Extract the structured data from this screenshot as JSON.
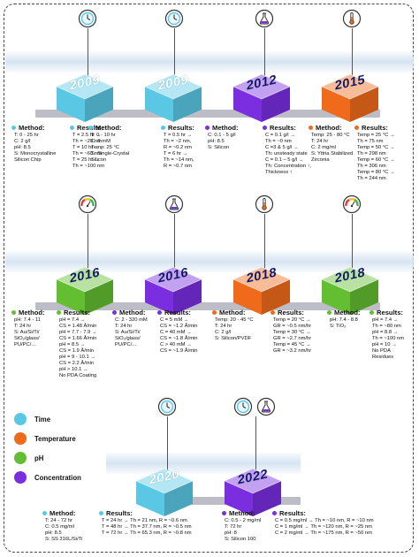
{
  "colors": {
    "time": "#5ac8e4",
    "temperature": "#f06a1c",
    "ph": "#63be31",
    "concentration": "#7a2ee0"
  },
  "legend": [
    {
      "key": "time",
      "label": "Time"
    },
    {
      "key": "temperature",
      "label": "Temperature"
    },
    {
      "key": "ph",
      "label": "pH"
    },
    {
      "key": "concentration",
      "label": "Concentration"
    }
  ],
  "entries": [
    {
      "year": "2009",
      "type": "time",
      "icon": "clock-icon",
      "method": {
        "label": "Method:",
        "lines": [
          "T: 0 - 25 hr",
          "C: 2 g/l",
          "pH: 8.5",
          "S: Monocrystalline",
          "Silicon Chip"
        ]
      },
      "results": {
        "label": "Results:",
        "lines": [
          "T = 2.5 hr →",
          "Th = ~20 nm",
          "T = 10 hr →",
          "Th = ~60 nm",
          "T = 25 hr →",
          "Th = ~100 nm"
        ]
      }
    },
    {
      "year": "2009",
      "type": "time",
      "icon": "clock-icon",
      "method": {
        "label": "Method:",
        "lines": [
          "T: 0 - 10 hr",
          "C: 9 mM",
          "Temp: 25 °C",
          "S: Single-Crystal",
          "Silicon"
        ]
      },
      "results": {
        "label": "Results:",
        "lines": [
          "T = 0.5 hr →",
          "Th = ~2 nm,",
          "R = ~0.2 nm",
          "T = 6 hr →",
          "Th = ~14 nm,",
          "R = ~0.7 nm"
        ]
      }
    },
    {
      "year": "2012",
      "type": "concentration",
      "icon": "flask-icon",
      "method": {
        "label": "Method:",
        "lines": [
          "C: 0.1 - 5 g/l",
          "pH: 8.5",
          "S: Silicon"
        ]
      },
      "results": {
        "label": "Results:",
        "lines": [
          "C = 0.1 g/l →",
          "Th = ~0 nm",
          "C =3 & 5 g/l →",
          "Th: unsteady state",
          "C = 0.1 – 5 g/l →",
          "Th: Concentration ↑,",
          "Thickness ↑"
        ]
      }
    },
    {
      "year": "2015",
      "type": "temperature",
      "icon": "thermometer-icon",
      "method": {
        "label": "Method:",
        "lines": [
          "Temp: 25 - 80 °C",
          "T: 24 hr",
          "C: 2 mg/ml",
          "S: Yttria Stabilized",
          "Zirconia"
        ]
      },
      "results": {
        "label": "Results:",
        "lines": [
          "Temp = 25 °C →",
          "Th = 75 nm",
          "Temp = 50 °C →",
          "Th = 298 nm",
          "Temp = 60 °C →",
          "Th = 306 nm",
          "Temp = 80 °C →",
          "Th = 244 nm"
        ]
      }
    },
    {
      "year": "2016",
      "type": "ph",
      "icon": "ph-dial-icon",
      "method": {
        "label": "Method:",
        "lines": [
          "pH: 7.4 - 11",
          "T: 24 hr",
          "S: Au/Si/Ti/",
          "SiO₂/glass/",
          "PU/PC/…"
        ]
      },
      "results": {
        "label": "Results:",
        "lines": [
          "pH = 7.4 →",
          "CS = 1.48 Å/min",
          "pH = 7.7 - 7.9 →",
          "CS = 1.66 Å/min",
          "pH = 8.5 →",
          "CS = 1.9 Å/min",
          "pH = 9 - 10.1 →",
          "CS = 2.2 Å/min",
          "pH > 10.1 →",
          "No PDA Coating"
        ]
      }
    },
    {
      "year": "2016",
      "type": "concentration",
      "icon": "flask-icon",
      "method": {
        "label": "Method:",
        "lines": [
          "C: 2 - 320 mM",
          "T: 24 hr",
          "S: Au/Si/Ti/",
          "SiO₂/glass/",
          "PU/PC/…"
        ]
      },
      "results": {
        "label": "Results:",
        "lines": [
          "C = 5 mM →",
          "CS = ~1.2 Å/min",
          "C = 40 mM →",
          "CS = ~1.8 Å/min",
          "C > 40 mM →",
          "CS = ~1.9 Å/min"
        ]
      }
    },
    {
      "year": "2018",
      "type": "temperature",
      "icon": "thermometer-icon",
      "method": {
        "label": "Method:",
        "lines": [
          "Temp: 20 - 45 °C",
          "T: 24 hr",
          "C: 2 g/l",
          "S: Silicon/PVDF"
        ]
      },
      "results": {
        "label": "Results:",
        "lines": [
          "Temp = 20 °C →",
          "GR = ~0.5 nm/hr",
          "Temp = 30 °C →",
          "GR = ~2.7 nm/hr",
          "Temp = 45 °C →",
          "GR = ~3.2 nm/hr"
        ]
      }
    },
    {
      "year": "2018",
      "type": "ph",
      "icon": "ph-dial-icon",
      "method": {
        "label": "Method:",
        "lines": [
          "pH: 7.4 - 8.8",
          "S: TiO₂"
        ]
      },
      "results": {
        "label": "Results:",
        "lines": [
          "pH = 7.4 →",
          "Th = ~80 nm",
          "pH = 8.8 →",
          "Th = ~100 nm",
          "pH = 10 →",
          "No PDA",
          "Residues"
        ]
      }
    },
    {
      "year": "2020",
      "type": "time",
      "icon": "clock-icon",
      "method": {
        "label": "Method:",
        "lines": [
          "T: 24 - 72 hr",
          "C: 0.5 mg/ml",
          "pH: 8.5",
          "S: SS 316L/Si/Ti"
        ]
      },
      "results": {
        "label": "Results:",
        "lines": [
          "T = 24 hr → Th = 21 nm, R = ~0.6 nm",
          "T = 48 hr → Th = 37.7 nm, R = ~0.5 nm",
          "T = 72 hr → Th = 65.3 nm, R = ~0.8 nm"
        ]
      }
    },
    {
      "year": "2022",
      "type": "concentration",
      "icon": "clock-flask-icons",
      "method": {
        "label": "Method:",
        "lines": [
          "C: 0.5 - 2 mg/ml",
          "T: 72 hr",
          "pH: 8",
          "S: Silicon 100"
        ]
      },
      "results": {
        "label": "Results:",
        "lines": [
          "C = 0.5 mg/ml → Th = ~10 nm, R = ~10 nm",
          "C = 1 mg/ml → Th = ~120 nm, R = ~25 nm",
          "C = 2 mg/ml → Th = ~175 nm, R = ~50 nm"
        ]
      }
    }
  ]
}
